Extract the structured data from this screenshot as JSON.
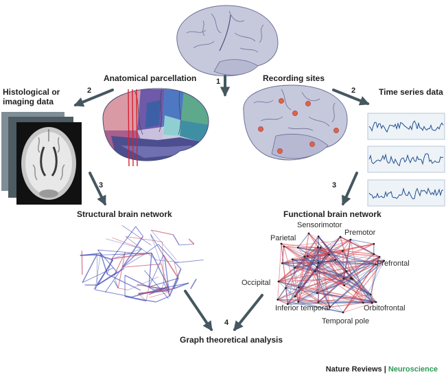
{
  "labels": {
    "anatomical_parcellation": "Anatomical parcellation",
    "recording_sites": "Recording sites",
    "histological_line1": "Histological or",
    "histological_line2": "imaging data",
    "time_series": "Time series data",
    "structural_network": "Structural brain network",
    "functional_network": "Functional brain network",
    "graph_analysis": "Graph theoretical analysis"
  },
  "steps": {
    "center": "1",
    "left_top": "2",
    "right_top": "2",
    "left_mid": "3",
    "right_mid": "3",
    "bottom": "4"
  },
  "regions": {
    "sensorimotor": "Sensorimotor",
    "premotor": "Premotor",
    "parietal": "Parietal",
    "prefrontal": "Prefrontal",
    "occipital": "Occipital",
    "inferior_temporal": "Inferior temporal",
    "orbitofrontal": "Orbitofrontal",
    "temporal_pole": "Temporal pole"
  },
  "footer": {
    "journal": "Nature Reviews",
    "separator": " | ",
    "section": "Neuroscience"
  },
  "colors": {
    "arrow": "#45575f",
    "brain": "#c6c8dc",
    "brain_line": "#6b6e96",
    "recording_site": "#e0624a",
    "signal": "#1f4e8c",
    "network_blue": "#4a55b8",
    "network_red": "#d8424a",
    "footer_accent": "#2e9a58"
  }
}
